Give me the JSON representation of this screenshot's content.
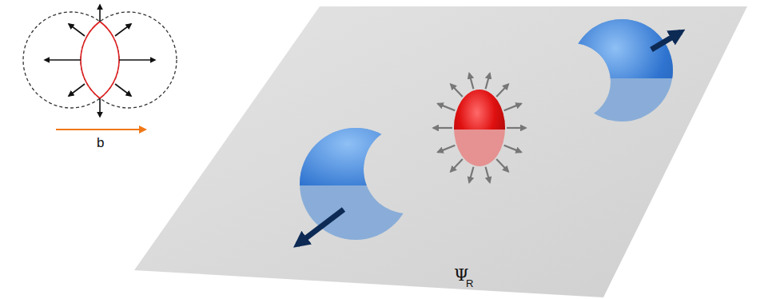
{
  "diagram": {
    "labels": [
      "b",
      "Ψ",
      "R"
    ]
  }
}
